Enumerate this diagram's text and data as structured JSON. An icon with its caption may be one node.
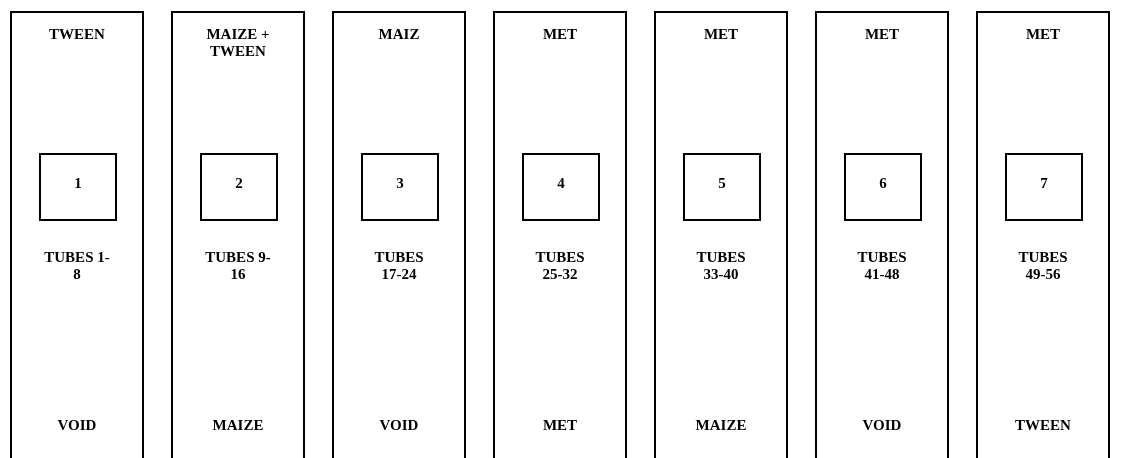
{
  "diagram": {
    "nodes": [
      {
        "text": [
          "TWEEN",
          "TUBES 1-8",
          "VOID"
        ]
      },
      {
        "text": [
          "1"
        ],
        "in": 0
      },
      {
        "text": [
          "MAIZE + TWEEN",
          "TUBES 9-16",
          "MAIZE"
        ]
      },
      {
        "text": [
          "2"
        ],
        "in": 2
      },
      {
        "text": [
          "MAIZ",
          "TUBES 17-24",
          "VOID"
        ]
      },
      {
        "text": [
          "3"
        ],
        "in": 4
      },
      {
        "text": [
          "MET",
          "TUBES 25-32",
          "MET"
        ]
      },
      {
        "text": [
          "4"
        ],
        "in": 6
      },
      {
        "text": [
          "MET",
          "TUBES 33-40",
          "MAIZE"
        ]
      },
      {
        "text": [
          "5"
        ],
        "in": 8
      },
      {
        "text": [
          "MET",
          "TUBES 41-48",
          "VOID"
        ]
      },
      {
        "text": [
          "6"
        ],
        "in": 10
      },
      {
        "text": [
          "MET",
          "TUBES 49-56",
          "TWEEN"
        ]
      },
      {
        "text": [
          "7"
        ],
        "in": 12
      }
    ]
  }
}
